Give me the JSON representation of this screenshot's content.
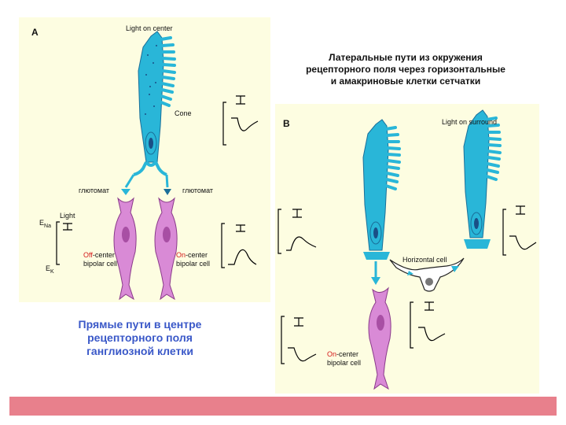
{
  "panel_a": {
    "letter": "A",
    "light_label": "Light on center",
    "cone_label": "Cone",
    "glutamate_left": "глютомат",
    "glutamate_right": "глютомат",
    "ena_label": "E",
    "ena_sub": "Na",
    "ek_label": "E",
    "ek_sub": "K",
    "light_small": "Light",
    "off_center": {
      "first": "Off",
      "rest": "-center",
      "line2": "bipolar cell"
    },
    "on_center": {
      "first": "On",
      "rest": "-center",
      "line2": "bipolar cell"
    }
  },
  "panel_b": {
    "letter": "B",
    "light_label": "Light on surround",
    "horizontal_label": "Horizontal cell",
    "on_center": {
      "first": "On",
      "rest": "-center",
      "line2": "bipolar cell"
    }
  },
  "titles": {
    "lateral_line1": "Латеральные пути из окружения",
    "lateral_line2": "рецепторного поля через горизонтальные",
    "lateral_line3": "и амакриновые клетки сетчатки",
    "direct_line1": "Прямые пути в центре",
    "direct_line2": "рецепторного поля",
    "direct_line3": "ганглиозной клетки"
  },
  "colors": {
    "cone": "#29b6d8",
    "cone_dots": "#1a4f86",
    "bipolar": "#d98ad6",
    "panel_bg": "#fdfde1",
    "title_blue": "#3a58c8",
    "bar": "#e8808c"
  }
}
